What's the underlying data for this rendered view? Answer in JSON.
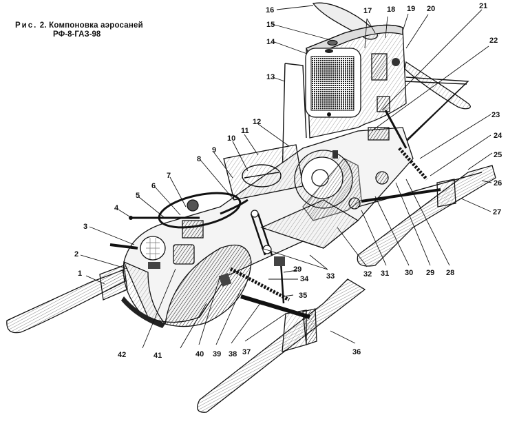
{
  "figure": {
    "caption_prefix": "Рис.",
    "caption_number": "2.",
    "caption_title": "Компоновка аэросаней",
    "caption_model": "РФ-8-ГАЗ-98"
  },
  "callouts": [
    {
      "id": "1",
      "text": "1"
    },
    {
      "id": "2",
      "text": "2"
    },
    {
      "id": "3",
      "text": "3"
    },
    {
      "id": "4",
      "text": "4"
    },
    {
      "id": "5",
      "text": "5"
    },
    {
      "id": "6",
      "text": "6"
    },
    {
      "id": "7",
      "text": "7"
    },
    {
      "id": "8",
      "text": "8"
    },
    {
      "id": "9",
      "text": "9"
    },
    {
      "id": "10",
      "text": "10"
    },
    {
      "id": "11",
      "text": "11"
    },
    {
      "id": "12",
      "text": "12"
    },
    {
      "id": "13",
      "text": "13"
    },
    {
      "id": "14",
      "text": "14"
    },
    {
      "id": "15",
      "text": "15"
    },
    {
      "id": "16",
      "text": "16"
    },
    {
      "id": "17",
      "text": "17"
    },
    {
      "id": "18",
      "text": "18"
    },
    {
      "id": "19",
      "text": "19"
    },
    {
      "id": "20",
      "text": "20"
    },
    {
      "id": "21",
      "text": "21"
    },
    {
      "id": "22",
      "text": "22"
    },
    {
      "id": "23",
      "text": "23"
    },
    {
      "id": "24",
      "text": "24"
    },
    {
      "id": "25",
      "text": "25"
    },
    {
      "id": "26",
      "text": "26"
    },
    {
      "id": "27",
      "text": "27"
    },
    {
      "id": "28",
      "text": "28"
    },
    {
      "id": "29a",
      "text": "29"
    },
    {
      "id": "29b",
      "text": "29"
    },
    {
      "id": "30",
      "text": "30"
    },
    {
      "id": "31",
      "text": "31"
    },
    {
      "id": "32",
      "text": "32"
    },
    {
      "id": "33",
      "text": "33"
    },
    {
      "id": "34",
      "text": "34"
    },
    {
      "id": "35",
      "text": "35"
    },
    {
      "id": "36",
      "text": "36"
    },
    {
      "id": "37",
      "text": "37"
    },
    {
      "id": "38",
      "text": "38"
    },
    {
      "id": "39",
      "text": "39"
    },
    {
      "id": "40",
      "text": "40"
    },
    {
      "id": "41",
      "text": "41"
    },
    {
      "id": "42",
      "text": "42"
    }
  ],
  "colors": {
    "ink": "#111111",
    "paper": "#ffffff",
    "shade": "#bdbdbd",
    "dark_shade": "#555555"
  }
}
